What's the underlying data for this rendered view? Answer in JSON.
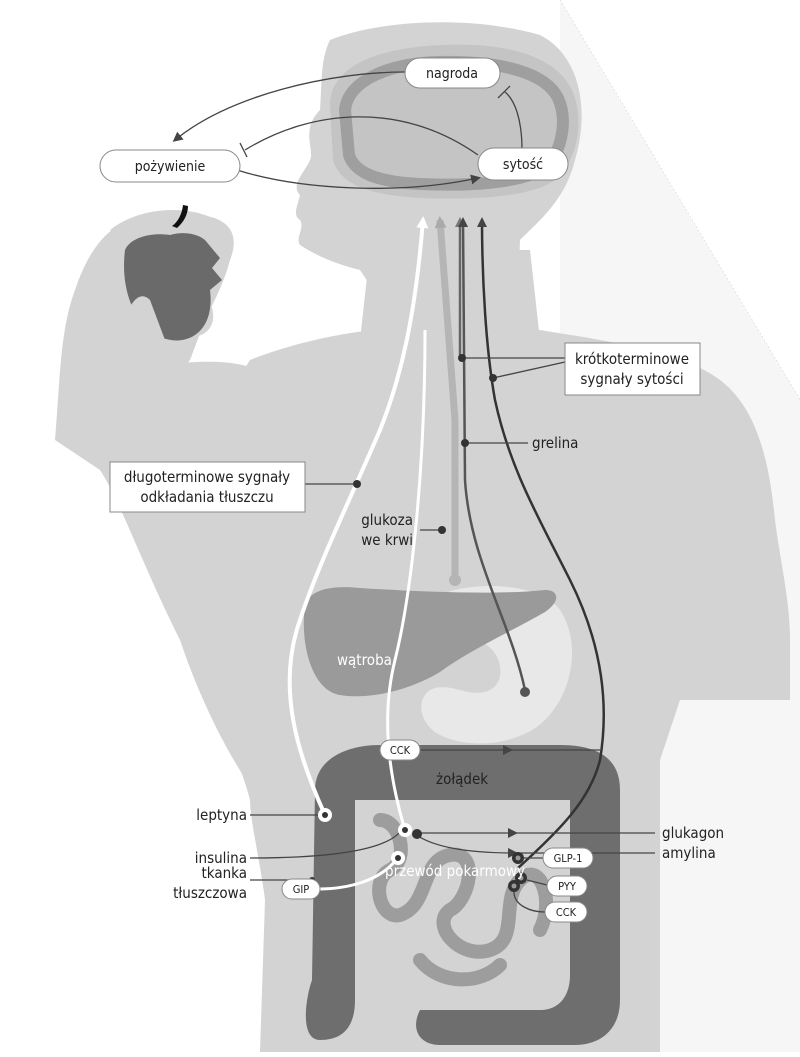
{
  "labels": {
    "nagroda": "nagroda",
    "pozywienie": "pożywienie",
    "sytosc": "sytość",
    "krotkoterminowe_line1": "krótkoterminowe",
    "krotkoterminowe_line2": "sygnały sytości",
    "grelina": "grelina",
    "dlugoterminowe_line1": "długoterminowe sygnały",
    "dlugoterminowe_line2": "odkładania tłuszczu",
    "glukoza_line1": "glukoza",
    "glukoza_line2": "we krwi",
    "watroba": "wątroba",
    "cck_top": "CCK",
    "zoladek": "żołądek",
    "leptyna": "leptyna",
    "insulina": "insulina",
    "glukagon": "glukagon",
    "amylina": "amylina",
    "przewod": "przewód pokarmowy",
    "tkanka_line1": "tkanka",
    "tkanka_line2": "tłuszczowa",
    "gip": "GIP",
    "glp1": "GLP-1",
    "pyy": "PYY",
    "cck_bottom": "CCK"
  },
  "colors": {
    "body": "#d3d3d3",
    "organ_dark": "#7a7a7a",
    "liver": "#9a9a9a",
    "stomach": "#e6e6e6",
    "brain_outer": "#c4c4c4",
    "brain_inner": "#a9a9a9",
    "arrow_dark": "#555555",
    "arrow_mid": "#8a8a8a",
    "arrow_light": "#b5b5b5",
    "arrow_white": "#ffffff"
  }
}
